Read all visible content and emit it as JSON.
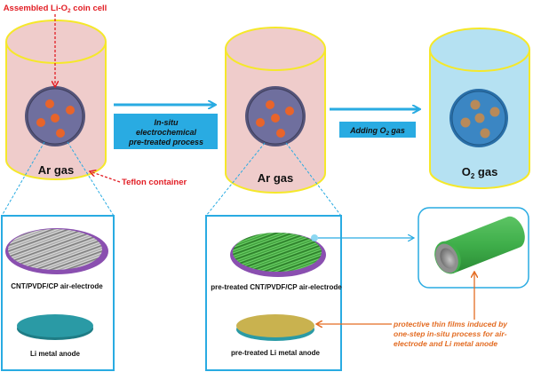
{
  "figure": {
    "annotations": {
      "coin_cell": "Assembled Li-O",
      "coin_cell_sub": "2",
      "coin_cell_tail": " coin cell",
      "teflon": "Teflon container"
    },
    "containers": [
      {
        "gas_label": "Ar gas",
        "gas_sub": "",
        "gas_tail": ""
      },
      {
        "gas_label": "Ar gas",
        "gas_sub": "",
        "gas_tail": ""
      },
      {
        "gas_label": "O",
        "gas_sub": "2",
        "gas_tail": " gas"
      }
    ],
    "steps": [
      {
        "lines": [
          "In-situ",
          "electrochemical",
          "pre-treated process"
        ]
      },
      {
        "text": "Adding O",
        "sub": "2",
        "tail": " gas"
      }
    ],
    "panels": [
      {
        "electrode_label": "CNT/PVDF/CP air-electrode",
        "anode_label": "Li metal anode"
      },
      {
        "electrode_label": "pre-treated  CNT/PVDF/CP air-electrode",
        "anode_label": "pre-treated  Li metal anode"
      }
    ],
    "note": {
      "lines": [
        "protective thin films induced by",
        "one-step in-situ process for air-",
        "electrode and Li metal anode"
      ]
    },
    "colors": {
      "ar_fill": "#efcccb",
      "o2_fill": "#b5e1f2",
      "rim": "#f5e82a",
      "arrow": "#29abe2",
      "step_box": "#29abe2",
      "coin_ar": "#6f6f9e",
      "coin_o2": "#3b86c3",
      "dot_ar": "#e8642a",
      "dot_o2": "#b88a5a",
      "red": "#e21d24",
      "orange": "#e36c23",
      "anode_teal": "#2a9aa5",
      "anode_gold": "#c9b24f",
      "tube_green": "#3fae4a",
      "tube_grey": "#9a9a9a"
    }
  }
}
